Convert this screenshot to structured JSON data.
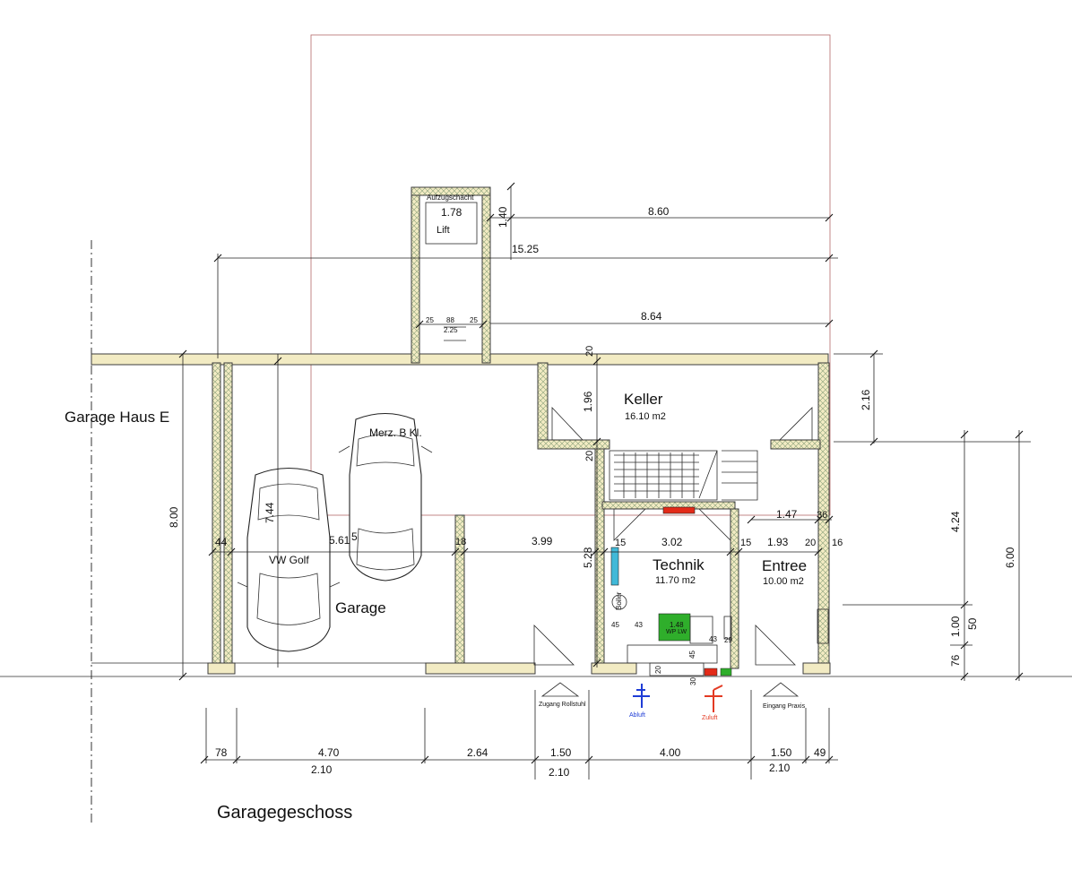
{
  "labels": {
    "garage_haus": "Garage Haus E",
    "aufzugschacht": "Aufzugschacht",
    "lift": "Lift",
    "garage": "Garage",
    "vw_golf": "VW Golf",
    "merz": "Merz. B Kl.",
    "keller": "Keller",
    "keller_area": "16.10 m2",
    "technik": "Technik",
    "technik_area": "11.70 m2",
    "entree": "Entree",
    "entree_area": "10.00 m2",
    "boiler": "Boiler",
    "wp": "WP LW",
    "zugang": "Zugang Rollstuhl",
    "eingang": "Eingang Praxis",
    "abluft": "Abluft",
    "zuluft": "Zuluft",
    "footer": "Garagegeschoss"
  },
  "dims": {
    "d178": "1.78",
    "d140": "1.40",
    "d860": "8.60",
    "d1525": "15.25",
    "d25a": "25",
    "d88": "88",
    "d25b": "25",
    "d225": "2.25",
    "d864": "8.64",
    "d20a": "20",
    "d196": "1.96",
    "d20b": "20",
    "d216": "2.16",
    "d744": "7.44",
    "d800": "8.00",
    "d44": "44",
    "d561": "5.61",
    "d5": "5",
    "d18": "18",
    "d399": "3.99",
    "d15a": "15",
    "d528": "5.28",
    "d302": "3.02",
    "d15b": "15",
    "d147": "1.47",
    "d36": "36",
    "d193": "1.93",
    "d20c": "20",
    "d16": "16",
    "d424": "4.24",
    "d600": "6.00",
    "d100": "1.00",
    "d50": "50",
    "d76": "76",
    "d45a": "45",
    "d43a": "43",
    "d148": "1.48",
    "d43b": "43",
    "d29": "29",
    "d45b": "45",
    "d30": "30",
    "d20d": "20",
    "d78": "78",
    "d470": "4.70",
    "d264": "2.64",
    "d150a": "1.50",
    "d400": "4.00",
    "d150b": "1.50",
    "d49": "49",
    "d210a": "2.10",
    "d210b": "2.10",
    "d210c": "2.10"
  }
}
